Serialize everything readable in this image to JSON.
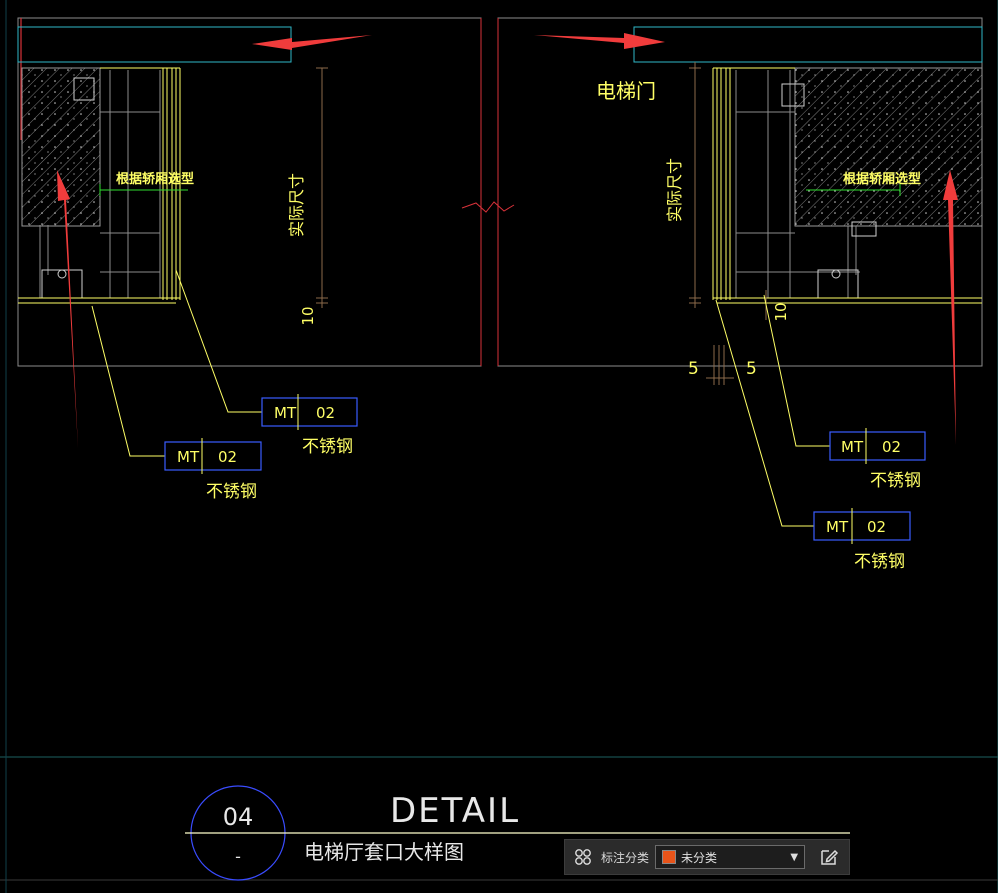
{
  "drawing": {
    "label_elevator_door": "电梯门",
    "label_car_select_left": "根据轿厢选型",
    "label_car_select_right": "根据轿厢选型",
    "dim_actual_left": "实际尺寸",
    "dim_actual_right": "实际尺寸",
    "dim_10_left": "10",
    "dim_10_right": "10",
    "dim_5_left": "5",
    "dim_5_right": "5",
    "tags": [
      {
        "code": "MT",
        "num": "02",
        "material": "不锈钢"
      },
      {
        "code": "MT",
        "num": "02",
        "material": "不锈钢"
      },
      {
        "code": "MT",
        "num": "02",
        "material": "不锈钢"
      },
      {
        "code": "MT",
        "num": "02",
        "material": "不锈钢"
      }
    ],
    "title_number": "04",
    "title_sub": "-",
    "title_heading": "DETAIL",
    "title_caption": "电梯厅套口大样图"
  },
  "toolbar": {
    "label": "标注分类",
    "selected": "未分类",
    "swatch_color": "#e8541a"
  },
  "colors": {
    "background": "#000000",
    "frame": "#9a9a9a",
    "red_line": "#d9323a",
    "cyan": "#2fb8c8",
    "yellow": "#ffff66",
    "blue_tag": "#3a5cff",
    "arrow": "#f03c3c",
    "green_dim": "#2fdc2f"
  }
}
